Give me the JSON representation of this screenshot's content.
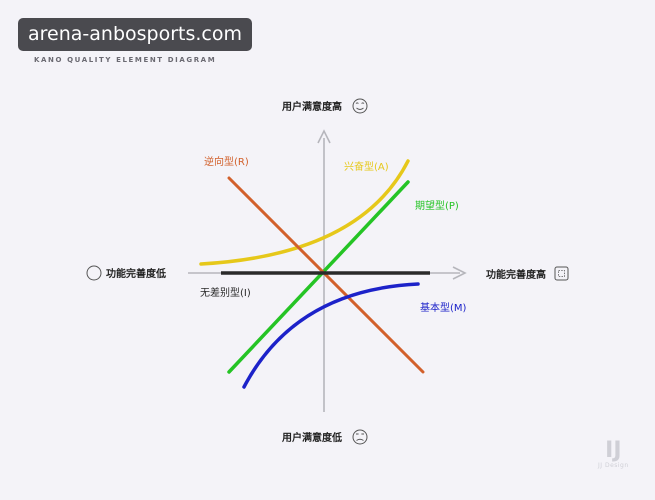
{
  "header": {
    "subtitle": "KANO QUALITY ELEMENT DIAGRAM",
    "watermark": "arena-anbosports.com"
  },
  "axes": {
    "top": "用户满意度高",
    "bottom": "用户满意度低",
    "left": "功能完善度低",
    "right": "功能完善度高"
  },
  "curves": {
    "excitement": {
      "label": "兴奋型(A)",
      "color": "#e6c81a"
    },
    "performance": {
      "label": "期望型(P)",
      "color": "#25c425"
    },
    "reverse": {
      "label": "逆向型(R)",
      "color": "#d2602b"
    },
    "indifferent": {
      "label": "无差别型(I)",
      "color": "#2a2a2a"
    },
    "basic": {
      "label": "基本型(M)",
      "color": "#1c22c9"
    }
  },
  "icons": {
    "top": "smile-face-icon",
    "bottom": "sad-face-icon",
    "left": "empty-circle-icon",
    "right": "full-frame-icon"
  },
  "logo": {
    "mark": "IJ",
    "text": "JJ Design"
  }
}
